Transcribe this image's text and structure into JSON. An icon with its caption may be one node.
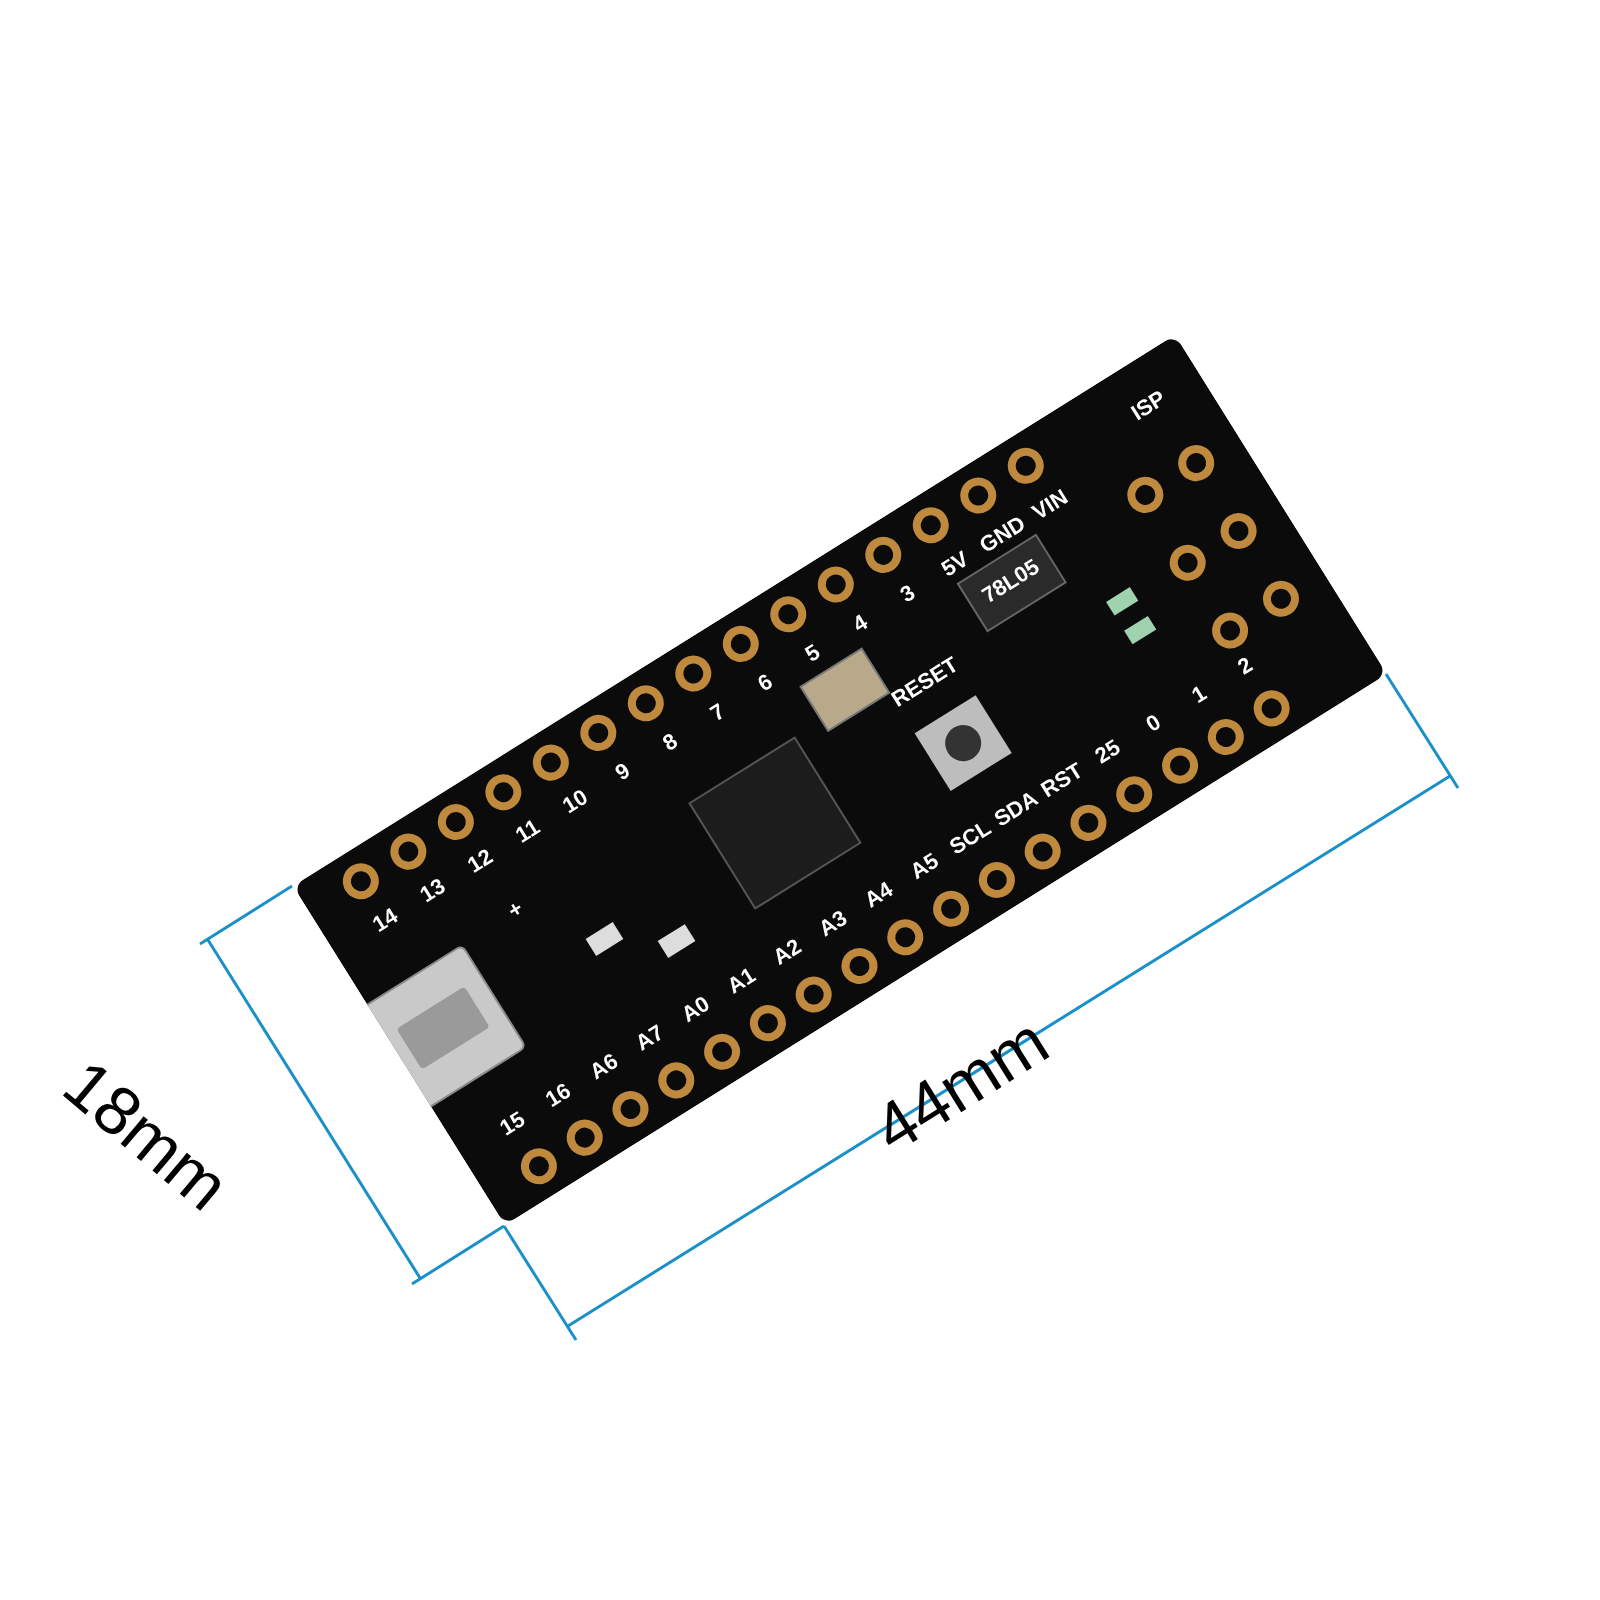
{
  "diagram": {
    "labels": [
      "14",
      "13",
      "12",
      "11",
      "10",
      "9",
      "8",
      "7",
      "6",
      "5",
      "4",
      "3",
      "5V",
      "GND",
      "VIN",
      "15",
      "16",
      "A6",
      "A7",
      "A0",
      "A1",
      "A2",
      "A3",
      "A4",
      "A5",
      "SCL",
      "SDA",
      "RST",
      "25",
      "0",
      "1",
      "2",
      "ISP",
      "RESET",
      "78L05",
      "+",
      "18mm",
      "44mm"
    ]
  }
}
